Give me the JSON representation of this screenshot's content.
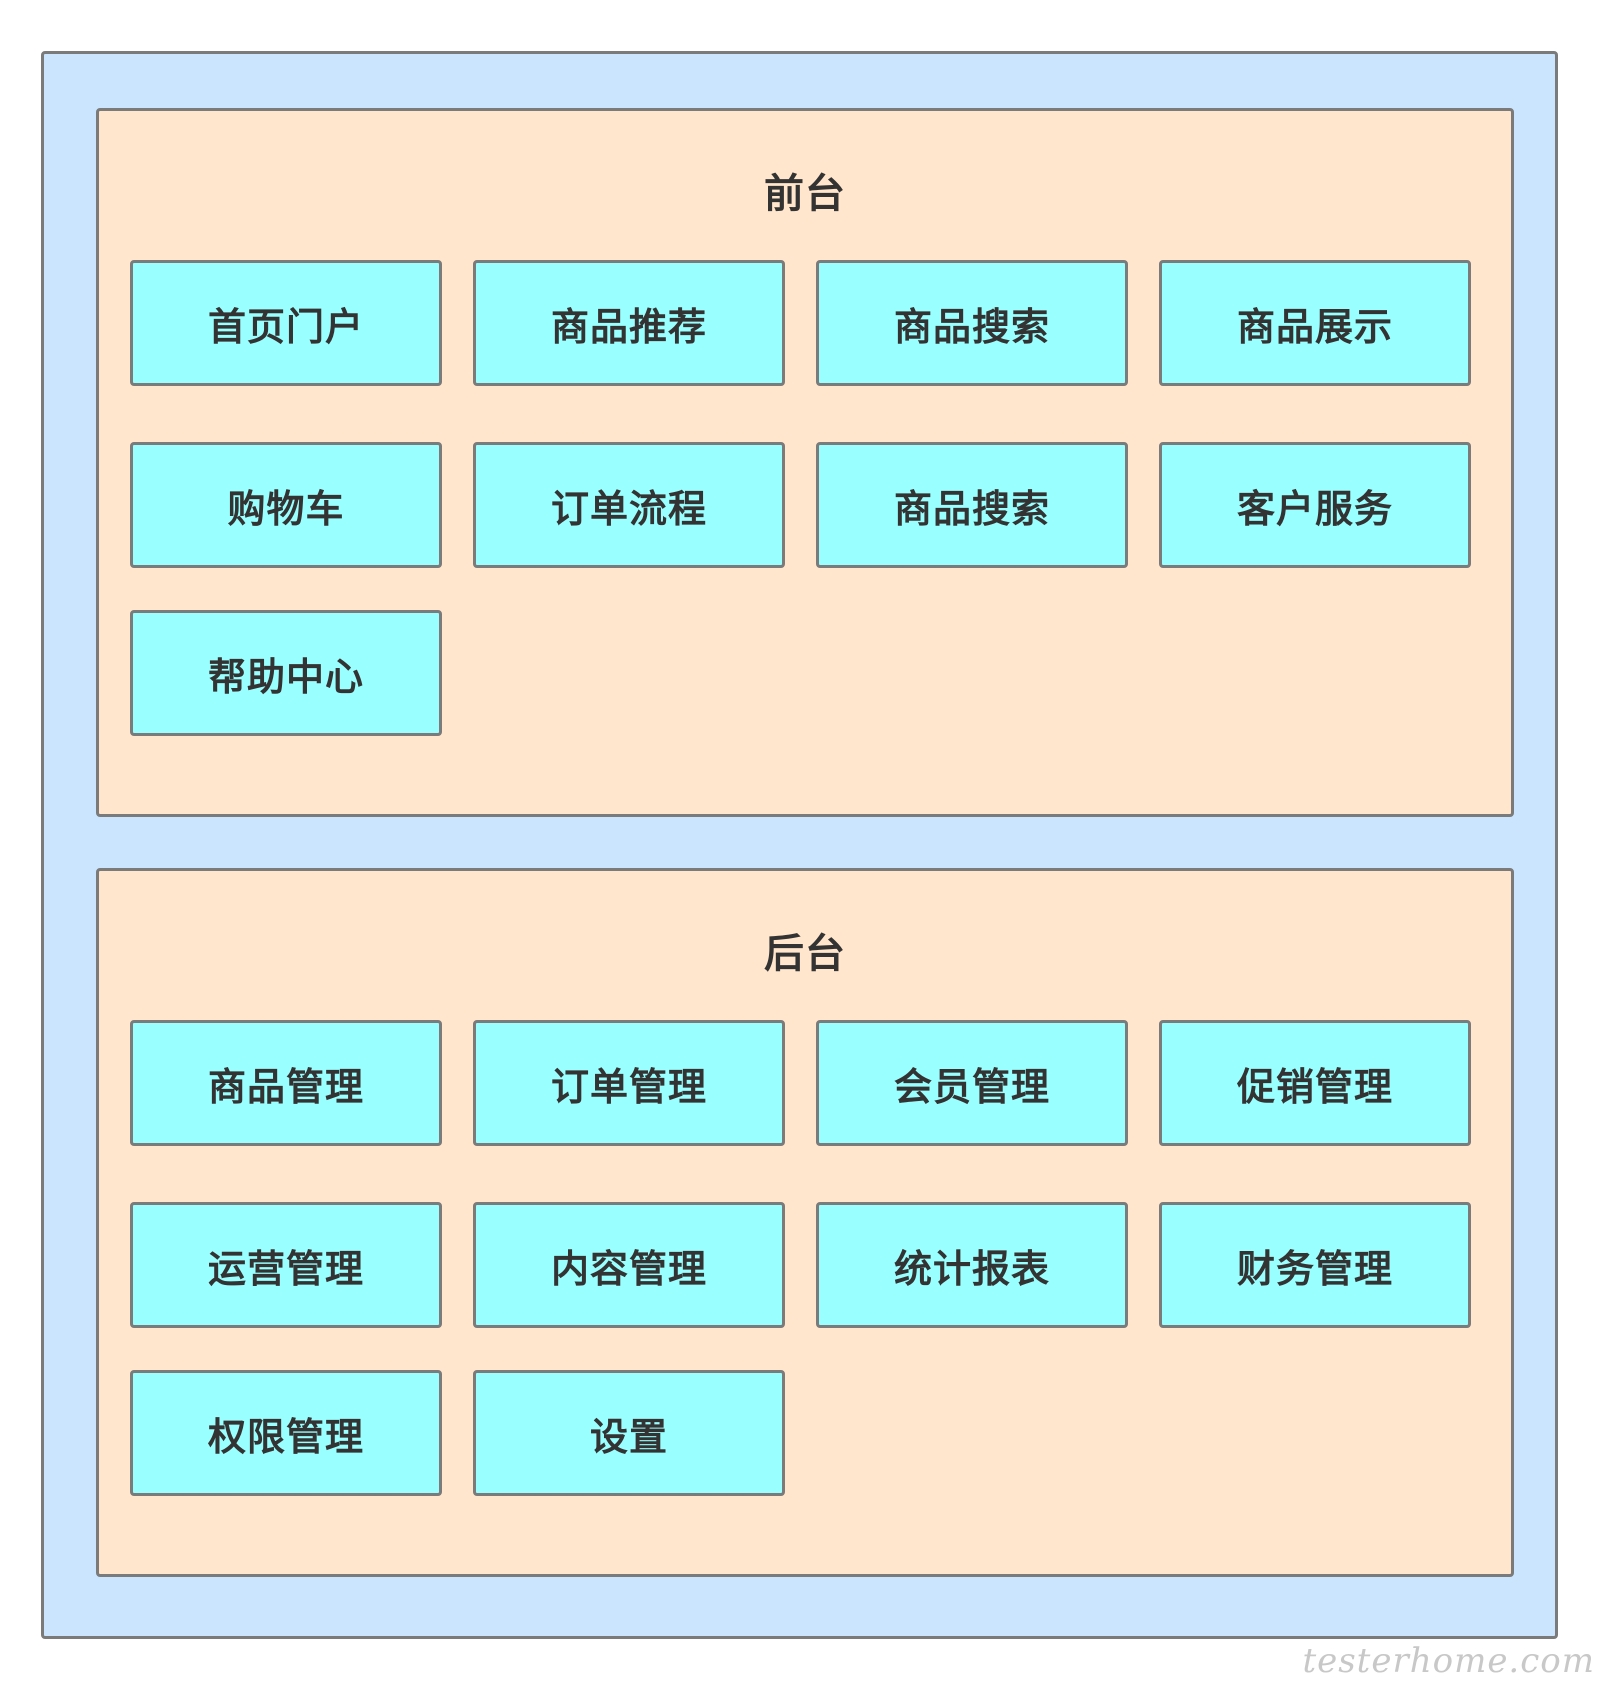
{
  "colors": {
    "outer_background": "#cce5ff",
    "section_background": "#ffe6cc",
    "module_background": "#99ffff",
    "border": "#7b7b7b",
    "text": "#333333"
  },
  "sections": [
    {
      "title": "前台",
      "modules": [
        "首页门户",
        "商品推荐",
        "商品搜索",
        "商品展示",
        "购物车",
        "订单流程",
        "商品搜索",
        "客户服务",
        "帮助中心"
      ]
    },
    {
      "title": "后台",
      "modules": [
        "商品管理",
        "订单管理",
        "会员管理",
        "促销管理",
        "运营管理",
        "内容管理",
        "统计报表",
        "财务管理",
        "权限管理",
        "设置"
      ]
    }
  ],
  "watermark": "testerhome.com"
}
